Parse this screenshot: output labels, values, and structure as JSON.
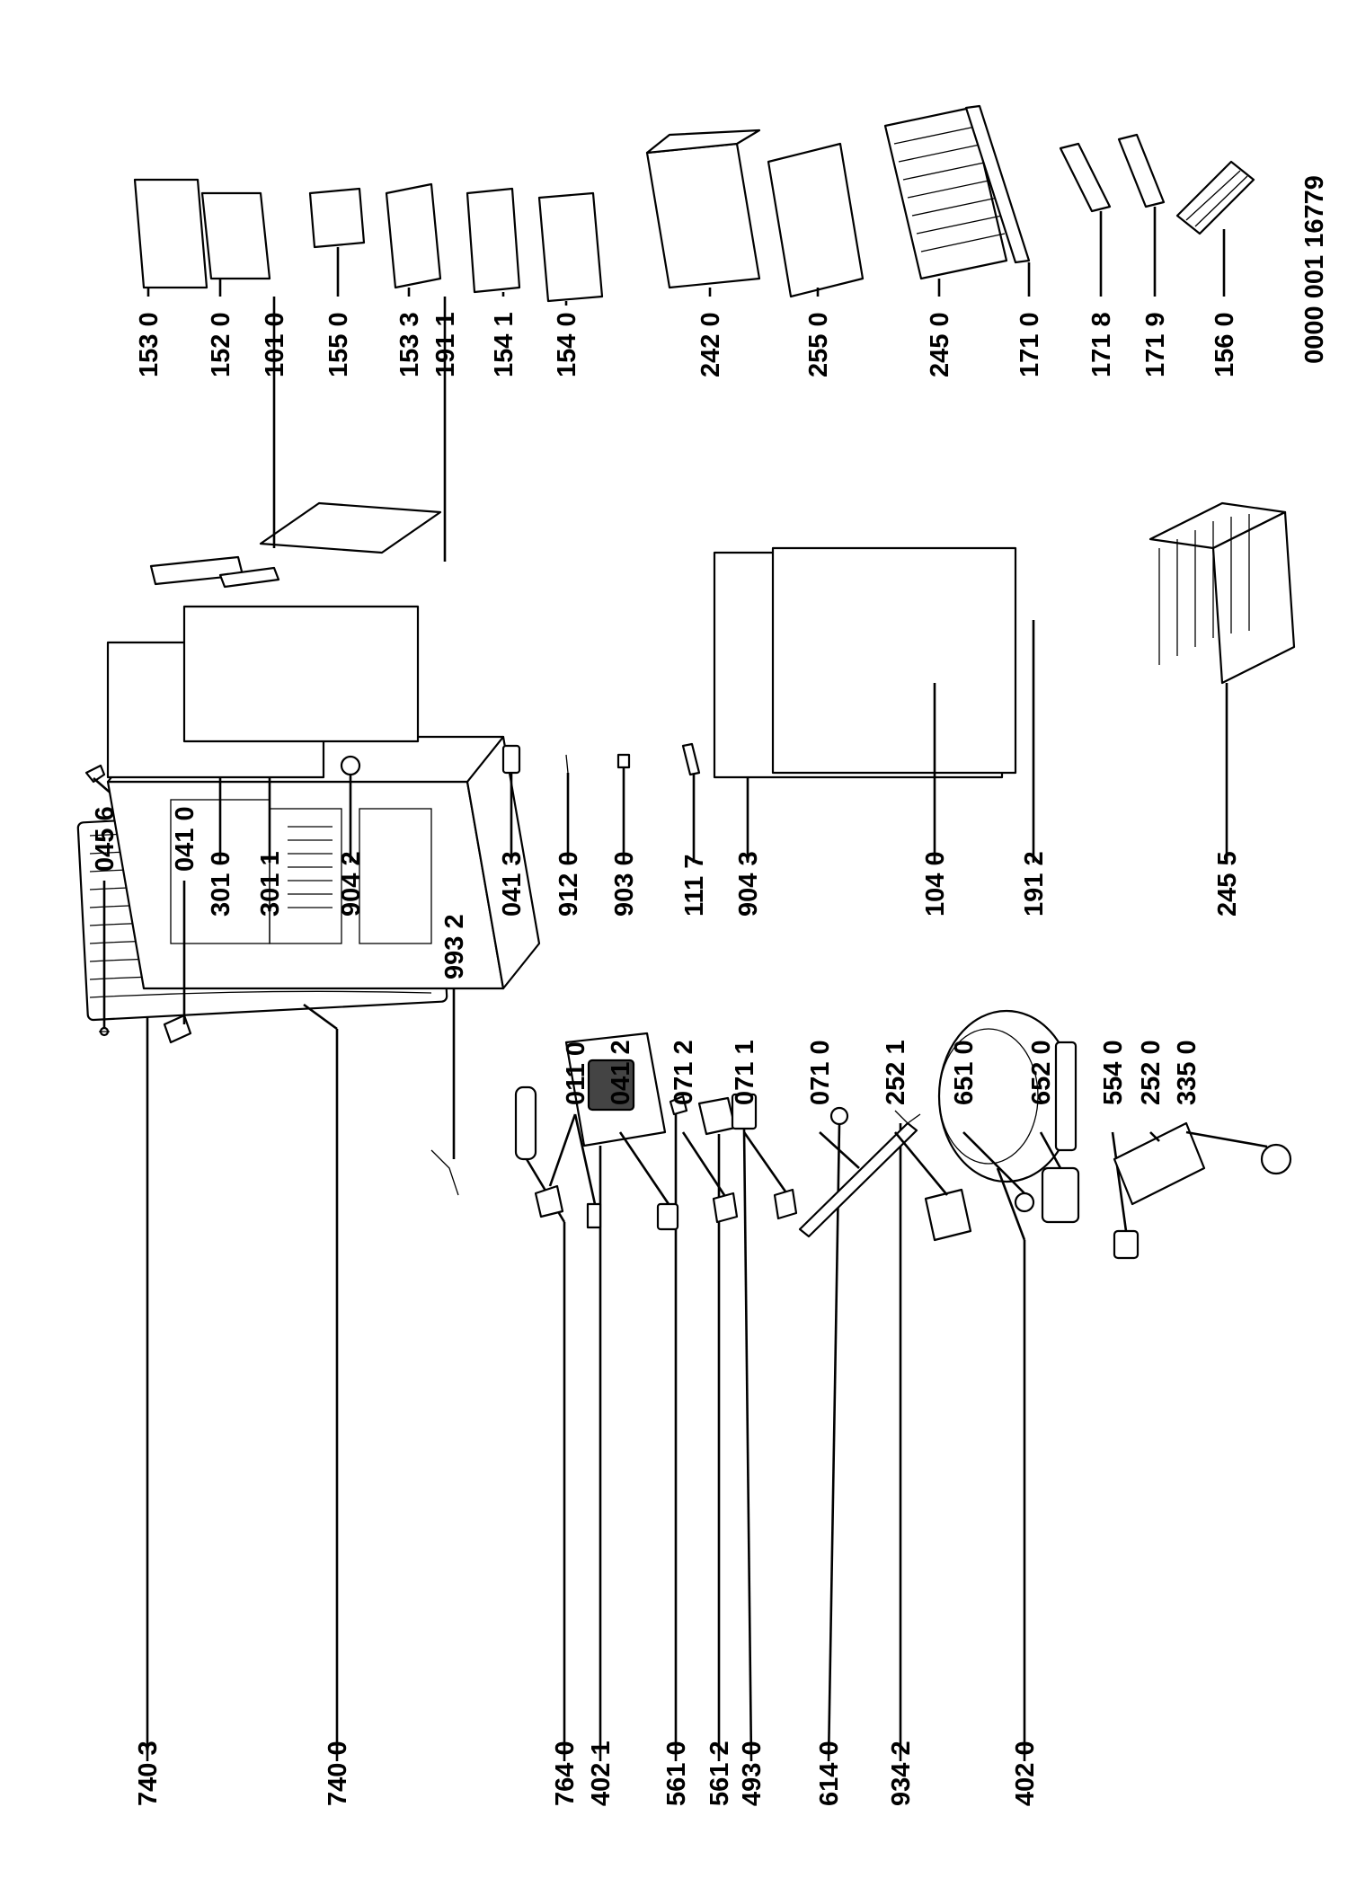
{
  "document_number": "0000 001 16779",
  "labels": {
    "p7403": "740 3",
    "p7400": "740 0",
    "p7640": "764 0",
    "p4021": "402 1",
    "p5610": "561 0",
    "p5612": "561 2",
    "p4930": "493 0",
    "p6140": "614 0",
    "p9342": "934 2",
    "p4020": "402 0",
    "p0456": "045 6",
    "p0410": "041 0",
    "p3010": "301 0",
    "p3011": "301 1",
    "p9042": "904 2",
    "p9932": "993 2",
    "p0413": "041 3",
    "p9120": "912 0",
    "p9030": "903 0",
    "p1117": "111 7",
    "p9043": "904 3",
    "p1040": "104 0",
    "p1912": "191 2",
    "p2455": "245 5",
    "p0110": "011 0",
    "p0412": "041 2",
    "p0712": "071 2",
    "p0711": "071 1",
    "p0710": "071 0",
    "p2521": "252 1",
    "p6510": "651 0",
    "p6520": "652 0",
    "p5540": "554 0",
    "p2520": "252 0",
    "p3350": "335 0",
    "p1530": "153 0",
    "p1520": "152 0",
    "p1010": "101 0",
    "p1550": "155 0",
    "p1533": "153 3",
    "p1911": "191 1",
    "p1541": "154 1",
    "p1540": "154 0",
    "p2420": "242 0",
    "p2550": "255 0",
    "p2450": "245 0",
    "p1710": "171 0",
    "p1718": "171 8",
    "p1719": "171 9",
    "p1560": "156 0"
  }
}
